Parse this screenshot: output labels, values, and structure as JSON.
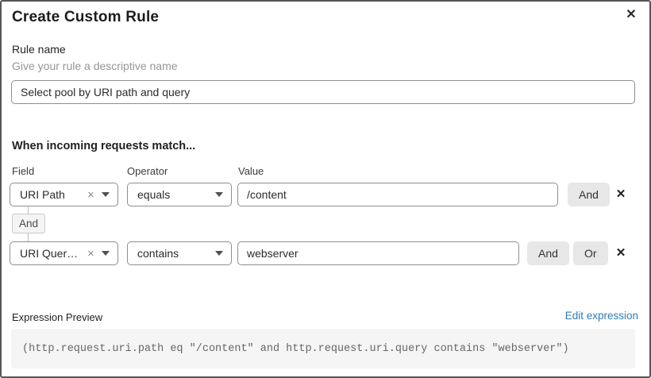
{
  "modal": {
    "title": "Create Custom Rule"
  },
  "icons": {
    "close": "✕",
    "clear": "✕",
    "remove": "✕"
  },
  "rule_name": {
    "label": "Rule name",
    "help": "Give your rule a descriptive name",
    "value": "Select pool by URI path and query"
  },
  "matcher": {
    "heading": "When incoming requests match...",
    "columns": {
      "field": "Field",
      "operator": "Operator",
      "value": "Value"
    },
    "connector_label": "And",
    "rows": [
      {
        "field": "URI Path",
        "operator": "equals",
        "value": "/content",
        "buttons": [
          "And"
        ]
      },
      {
        "field": "URI Query St...",
        "operator": "contains",
        "value": "webserver",
        "buttons": [
          "And",
          "Or"
        ]
      }
    ]
  },
  "expression": {
    "label": "Expression Preview",
    "edit_link": "Edit expression",
    "code": "(http.request.uri.path eq \"/content\" and http.request.uri.query contains \"webserver\")"
  },
  "colors": {
    "link_blue": "#2e7cb8",
    "button_gray": "#e7e7e7",
    "code_background": "#f5f5f5",
    "border_gray": "#8e8e8e"
  }
}
